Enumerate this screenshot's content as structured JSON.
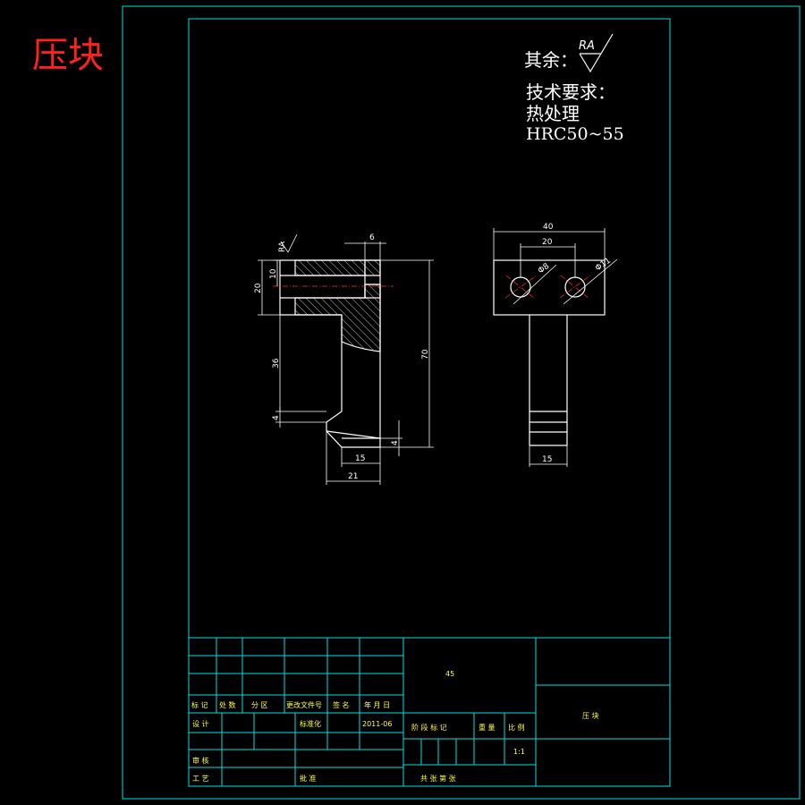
{
  "title_block_big": "压块",
  "roughness": {
    "label": "其余：",
    "symbol": "RA"
  },
  "requirements": {
    "heading": "技术要求：",
    "line1": "热处理",
    "line2": "HRC50~55"
  },
  "section_view_dims": {
    "d6": "6",
    "d10": "10",
    "d20": "20",
    "d36": "36",
    "d4_left": "4",
    "d70": "70",
    "d4_right": "4",
    "d15": "15",
    "d21": "21",
    "ra_small": "RA"
  },
  "side_view_dims": {
    "d40": "40",
    "d20": "20",
    "phi8": "Φ8",
    "phi11": "Φ11",
    "d15": "15"
  },
  "title_block": {
    "material": "45",
    "part_name": "压 块",
    "scale": "1:1",
    "row_labels": [
      "标 记",
      "处 数",
      "分 区",
      "更改文件号",
      "签 名",
      "年 月 日"
    ],
    "design": "设 计",
    "standardize": "标准化",
    "date": "2011-06",
    "stage_mark": "阶 段 标 记",
    "weight": "重 量",
    "ratio": "比 例",
    "review": "审 核",
    "process": "工 艺",
    "approve": "批 准",
    "sheets": "共   张   第   张"
  },
  "colors": {
    "frame": "#00e0e0",
    "geometry": "#ffffff",
    "dimension_text": "#ffffff",
    "title_text": "#ff2020",
    "table_text": "#ffff40",
    "background": "#000000"
  }
}
